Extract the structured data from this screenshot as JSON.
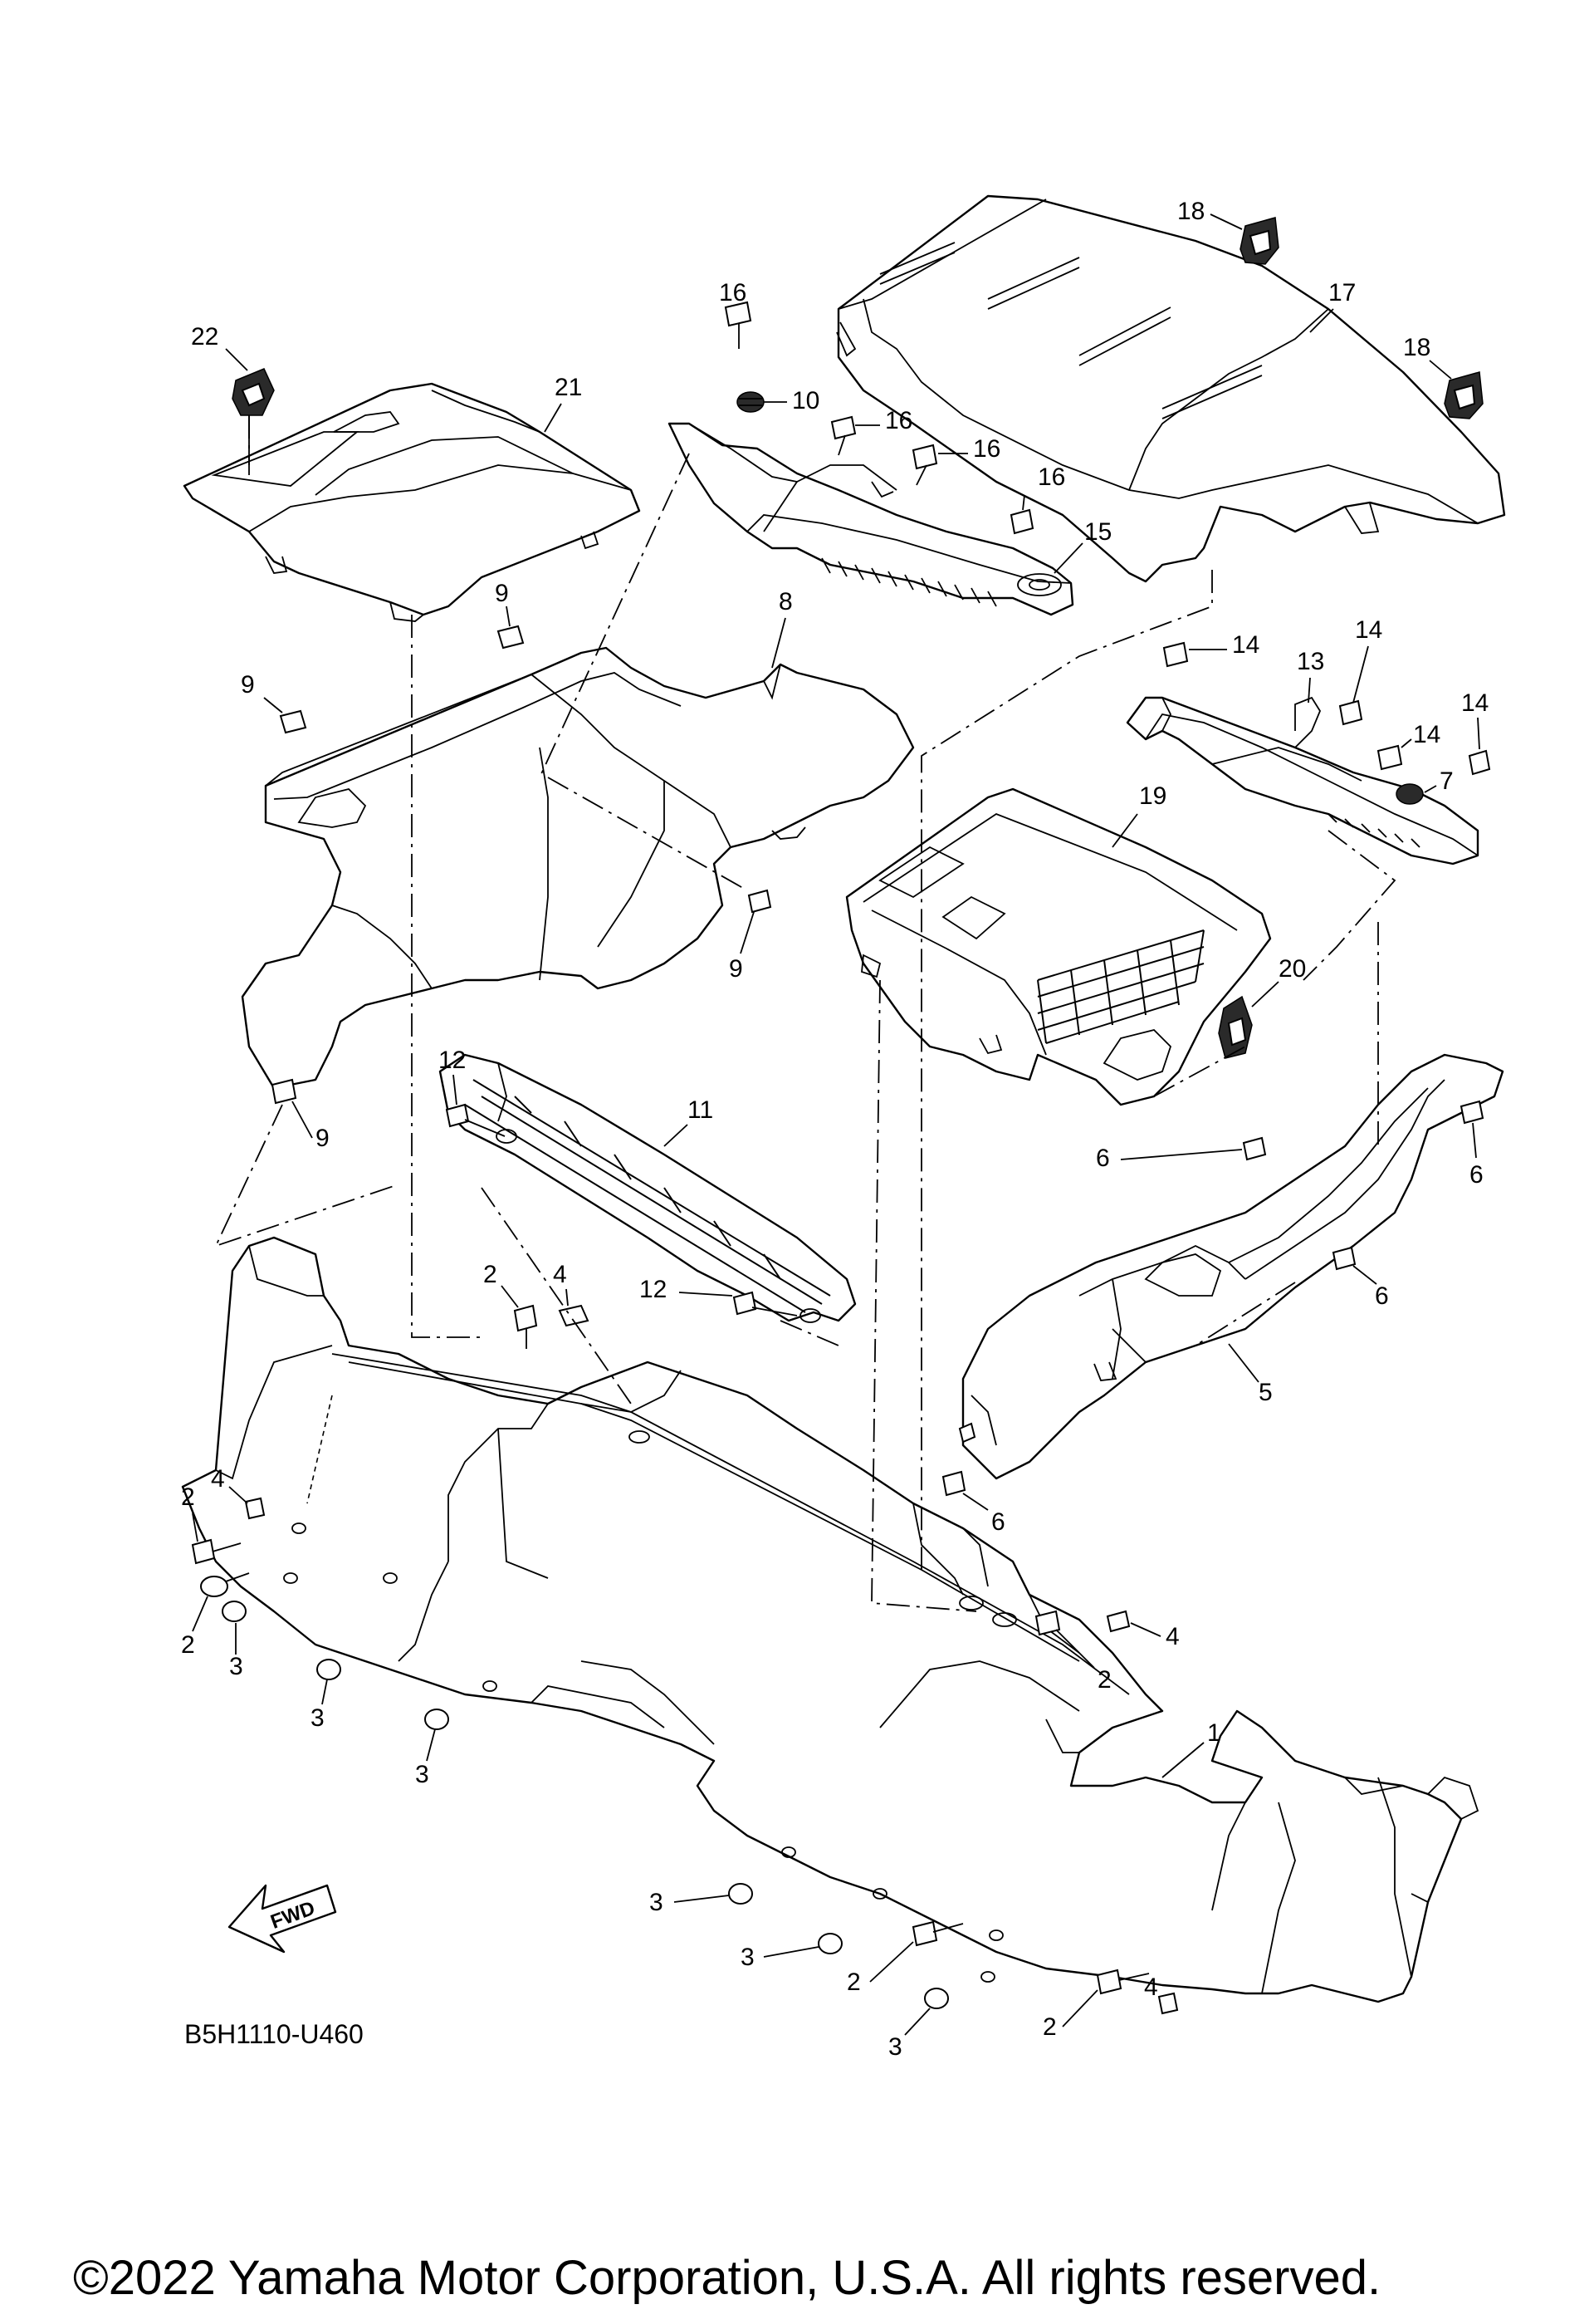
{
  "diagram": {
    "drawing_code": "B5H1110-U460",
    "direction_label": "FWD",
    "copyright": "©2022 Yamaha Motor Corporation, U.S.A. All rights reserved.",
    "callouts": {
      "c22": "22",
      "c21": "21",
      "c16a": "16",
      "c10": "10",
      "c16b": "16",
      "c16c": "16",
      "c16d": "16",
      "c15": "15",
      "c18a": "18",
      "c17": "17",
      "c18b": "18",
      "c9a": "9",
      "c9b": "9",
      "c8": "8",
      "c9c": "9",
      "c9d": "9",
      "c14a": "14",
      "c13": "13",
      "c14b": "14",
      "c14c": "14",
      "c14d": "14",
      "c7": "7",
      "c19": "19",
      "c20": "20",
      "c12a": "12",
      "c11": "11",
      "c12b": "12",
      "c6a": "6",
      "c6b": "6",
      "c6c": "6",
      "c6d": "6",
      "c5": "5",
      "c2a": "2",
      "c4a": "4",
      "c4b": "4",
      "c2b": "2",
      "c2c": "2",
      "c3a": "3",
      "c3b": "3",
      "c3c": "3",
      "c4c": "4",
      "c2d": "2",
      "c1": "1",
      "c3d": "3",
      "c3e": "3",
      "c2e": "2",
      "c3f": "3",
      "c4d": "4",
      "c2f": "2"
    }
  }
}
